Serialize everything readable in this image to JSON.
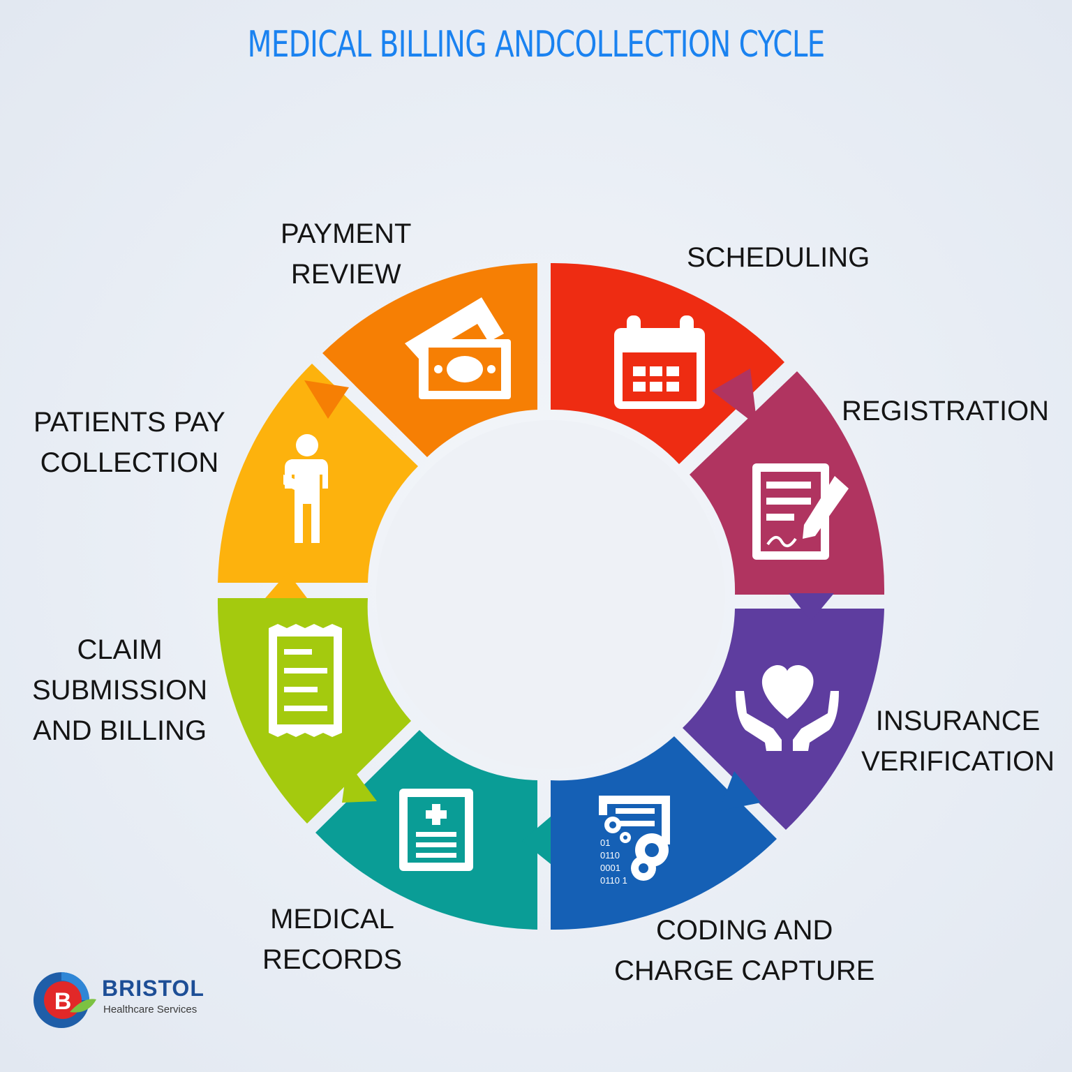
{
  "title": "MEDICAL BILLING ANDCOLLECTION CYCLE",
  "colors": {
    "scheduling": "#ee2c12",
    "registration": "#b03460",
    "insurance_verification": "#5e3d9f",
    "coding_charge_capture": "#1560b5",
    "medical_records": "#0a9d96",
    "claim_submission_billing": "#a4ca0e",
    "patients_pay_collection": "#fdb20d",
    "payment_review": "#f67f04",
    "title": "#1a82f0"
  },
  "segments": [
    {
      "key": "scheduling",
      "icon": "calendar-icon",
      "lines": [
        "SCHEDULING"
      ]
    },
    {
      "key": "registration",
      "icon": "form-signature-icon",
      "lines": [
        "REGISTRATION"
      ]
    },
    {
      "key": "insurance_verification",
      "icon": "heart-hands-icon",
      "lines": [
        "INSURANCE",
        "VERIFICATION"
      ]
    },
    {
      "key": "coding_charge_capture",
      "icon": "code-gears-icon",
      "lines": [
        "CODING AND",
        "CHARGE CAPTURE"
      ]
    },
    {
      "key": "medical_records",
      "icon": "medical-record-icon",
      "lines": [
        "MEDICAL",
        "RECORDS"
      ]
    },
    {
      "key": "claim_submission_billing",
      "icon": "receipt-icon",
      "lines": [
        "CLAIM",
        "SUBMISSION",
        "AND BILLING"
      ]
    },
    {
      "key": "patients_pay_collection",
      "icon": "patient-icon",
      "lines": [
        "PATIENTS PAY",
        "COLLECTION"
      ]
    },
    {
      "key": "payment_review",
      "icon": "cash-icon",
      "lines": [
        "PAYMENT",
        "REVIEW"
      ]
    }
  ],
  "code_digits": [
    "01",
    "0110",
    "0001",
    "0110 1"
  ],
  "logo": {
    "letter": "B",
    "name": "BRISTOL",
    "tagline": "Healthcare Services"
  }
}
